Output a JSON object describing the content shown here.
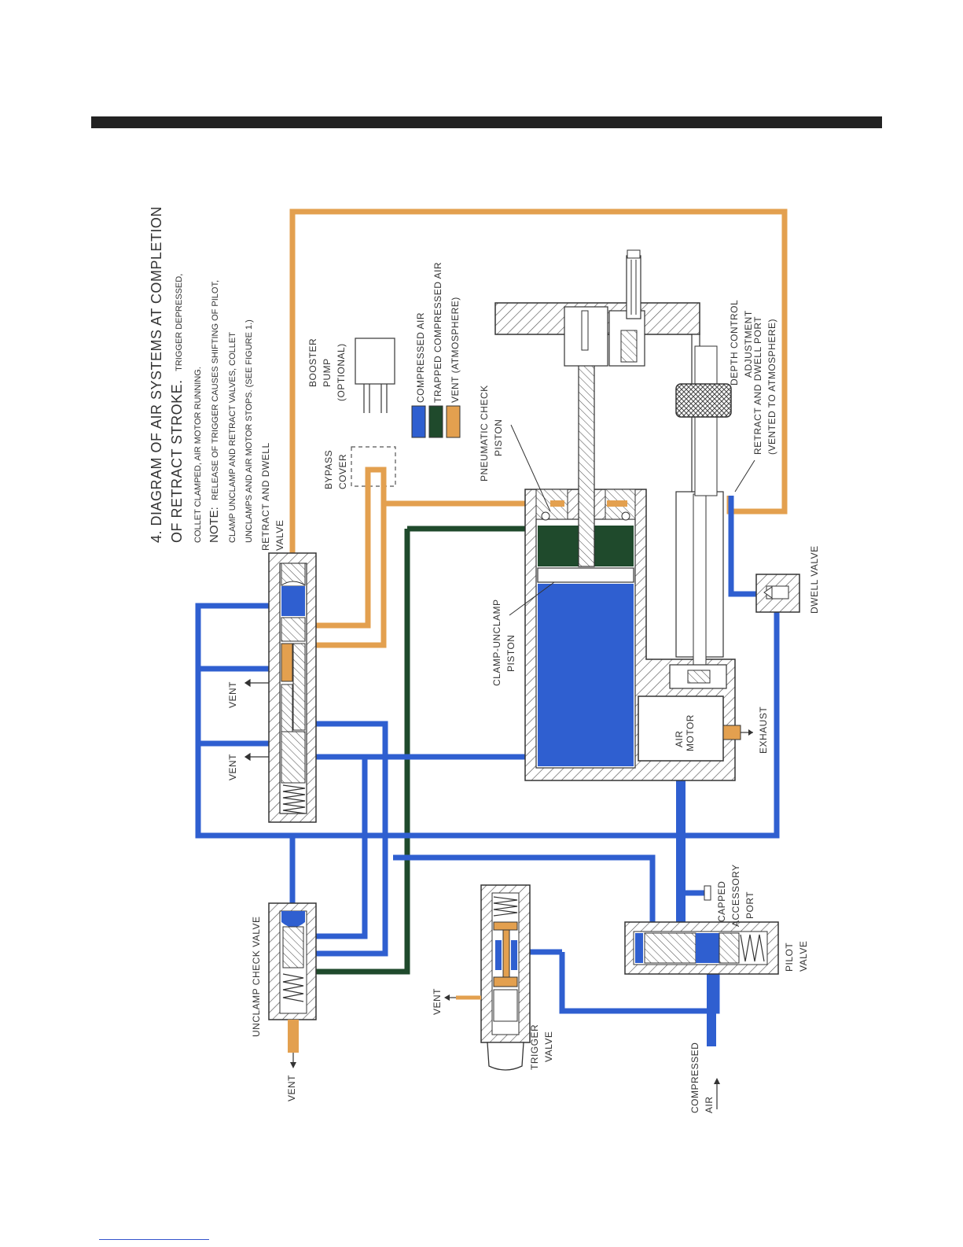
{
  "colors": {
    "compressed": "#2f5fd0",
    "trapped": "#1f4a2c",
    "vent": "#e3a04f",
    "body": "#ffffff",
    "outline": "#333333"
  },
  "header": {
    "title_line1": "4. DIAGRAM OF AIR SYSTEMS AT COMPLETION",
    "title_line2_main": "OF RETRACT STROKE.",
    "title_line2_small": "TRIGGER DEPRESSED,",
    "line3": "COLLET CLAMPED, AIR MOTOR RUNNING.",
    "note_label": "NOTE:",
    "note_line1": "RELEASE OF TRIGGER CAUSES SHIFTING OF PILOT,",
    "note_line2": "CLAMP UNCLAMP AND RETRACT VALVES, COLLET",
    "note_line3": "UNCLAMPS AND AIR MOTOR STOPS. (SEE FIGURE 1.)"
  },
  "legend": {
    "items": [
      {
        "label": "COMPRESSED AIR",
        "color": "#2f5fd0"
      },
      {
        "label": "TRAPPED COMPRESSED AIR",
        "color": "#1f4a2c"
      },
      {
        "label": "VENT (ATMOSPHERE)",
        "color": "#e3a04f"
      }
    ]
  },
  "labels": {
    "booster_1": "BOOSTER",
    "booster_2": "PUMP",
    "booster_3": "(OPTIONAL)",
    "bypass_1": "BYPASS",
    "bypass_2": "COVER",
    "retract_valve_1": "RETRACT AND DWELL",
    "retract_valve_2": "VALVE",
    "pneumatic_1": "PNEUMATIC CHECK",
    "pneumatic_2": "PISTON",
    "clamp_piston_1": "CLAMP-UNCLAMP",
    "clamp_piston_2": "PISTON",
    "depth_1": "DEPTH CONTROL",
    "depth_2": "ADJUSTMENT",
    "retract_port_1": "RETRACT AND DWELL PORT",
    "retract_port_2": "(VENTED TO ATMOSPHERE)",
    "dwell_valve": "DWELL VALVE",
    "air_motor_1": "AIR",
    "air_motor_2": "MOTOR",
    "exhaust": "EXHAUST",
    "vent_a": "VENT",
    "vent_b": "VENT",
    "vent_c": "VENT",
    "vent_d": "VENT",
    "unclamp_check": "UNCLAMP CHECK VALVE",
    "capped_1": "CAPPED",
    "capped_2": "ACCESSORY",
    "capped_3": "PORT",
    "pilot_1": "PILOT",
    "pilot_2": "VALVE",
    "trigger_1": "TRIGGER",
    "trigger_2": "VALVE",
    "compressed_1": "COMPRESSED",
    "compressed_2": "AIR"
  }
}
